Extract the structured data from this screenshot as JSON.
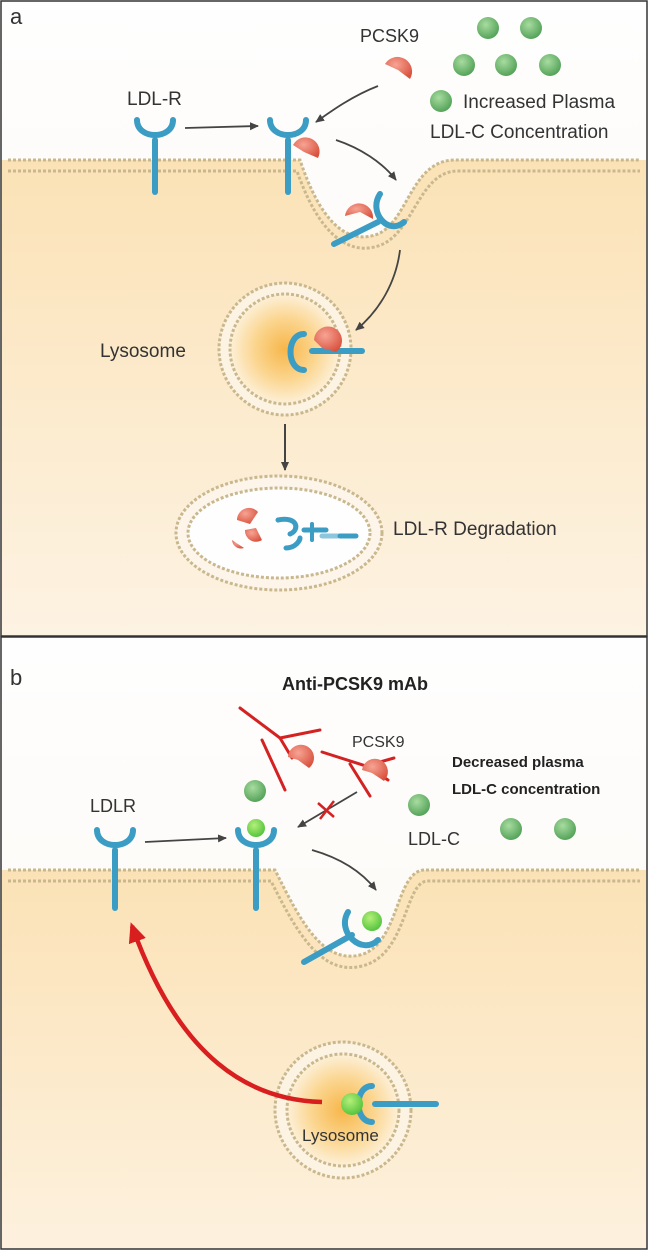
{
  "panel_a": {
    "letter": "a",
    "ldlr_label": "LDL-R",
    "pcsk9_label": "PCSK9",
    "plasma_label_line1": "Increased Plasma",
    "plasma_label_line2": "LDL-C Concentration",
    "lysosome_label": "Lysosome",
    "degradation_label": "LDL-R Degradation"
  },
  "panel_b": {
    "letter": "b",
    "title": "Anti-PCSK9 mAb",
    "pcsk9_label": "PCSK9",
    "plasma_label_line1": "Decreased plasma",
    "plasma_label_line2": "LDL-C concentration",
    "ldlr_label": "LDLR",
    "ldlc_label": "LDL-C",
    "lysosome_label": "Lysosome"
  },
  "colors": {
    "receptor": "#3b9cc4",
    "pcsk9": "#e06a58",
    "ldl": "#6db86d",
    "antibody": "#d42222",
    "recycle_arrow": "#d81e1e",
    "cytoplasm": "#fae3ba",
    "membrane": "#c9b88e"
  }
}
